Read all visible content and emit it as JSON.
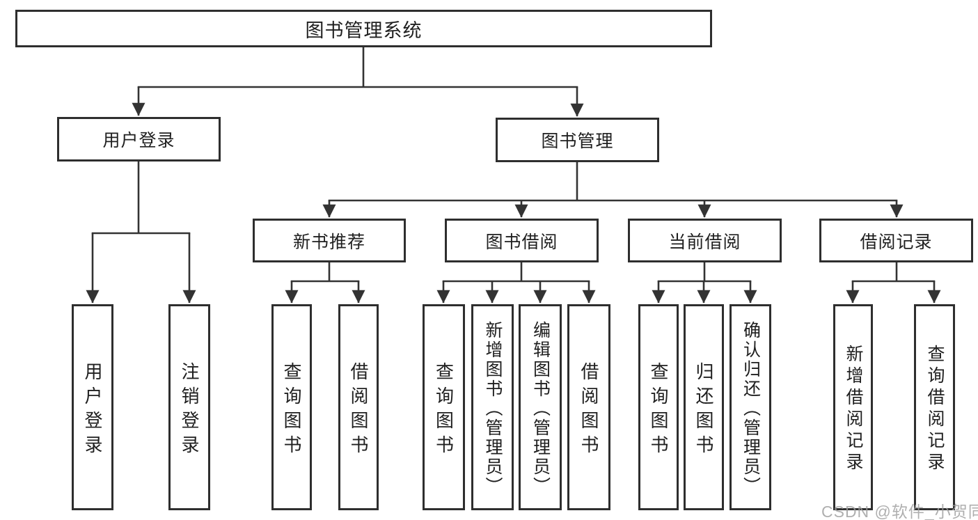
{
  "diagram": {
    "root": "图书管理系统",
    "level1": [
      {
        "id": "user_login",
        "label": "用户登录"
      },
      {
        "id": "book_mgmt",
        "label": "图书管理"
      }
    ],
    "level2": [
      {
        "id": "new_book_rec",
        "label": "新书推荐"
      },
      {
        "id": "book_borrow",
        "label": "图书借阅"
      },
      {
        "id": "current_borrow",
        "label": "当前借阅"
      },
      {
        "id": "borrow_records",
        "label": "借阅记录"
      }
    ],
    "leaves": {
      "user_login": [
        "用户登录",
        "注销登录"
      ],
      "new_book_rec": [
        "查询图书",
        "借阅图书"
      ],
      "book_borrow": [
        "查询图书",
        "新增图书（管理员）",
        "编辑图书（管理员）",
        "借阅图书"
      ],
      "current_borrow": [
        "查询图书",
        "归还图书",
        "确认归还（管理员）"
      ],
      "borrow_records": [
        "新增借阅记录",
        "查询借阅记录"
      ]
    },
    "colors": {
      "line": "#333333",
      "box_border": "#2e2e2e",
      "text": "#1f1f1f",
      "background": "#ffffff",
      "watermark": "#9e9e9e"
    }
  },
  "watermark": {
    "text": "CSDN @软件_小贺同学"
  }
}
